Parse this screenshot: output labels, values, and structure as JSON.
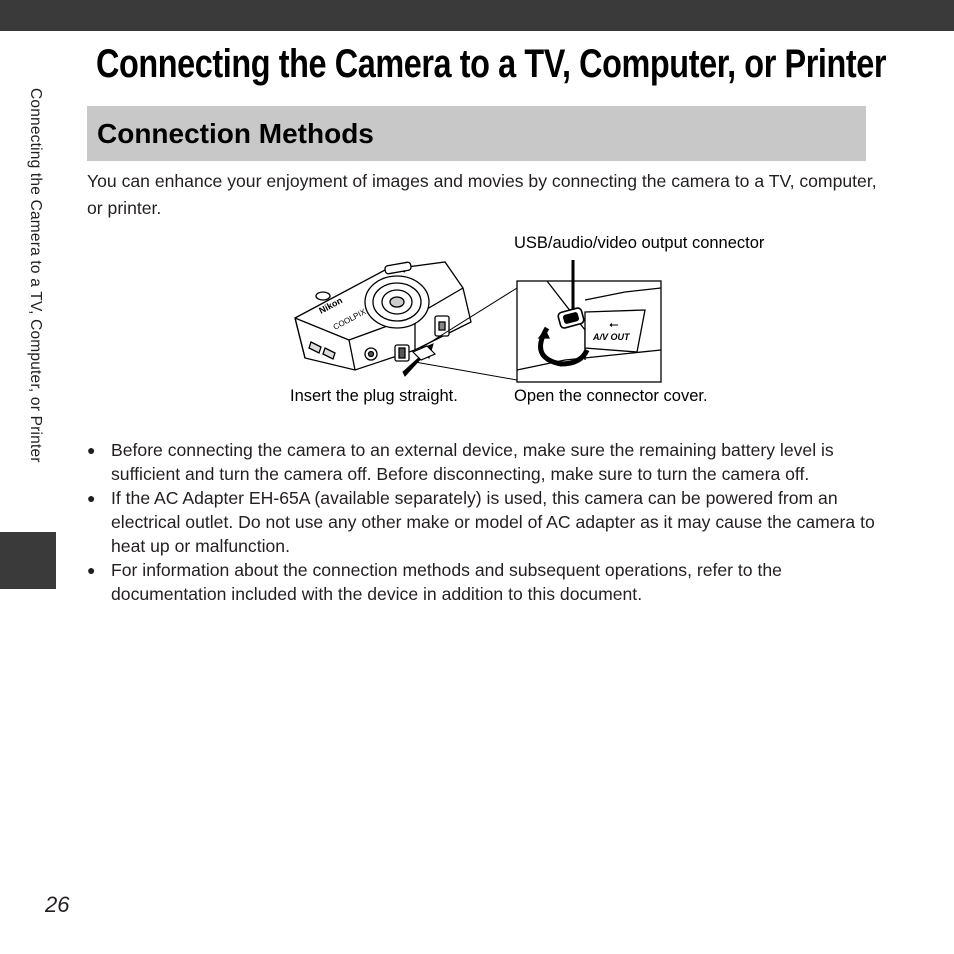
{
  "header": {
    "side_tab_text": "Connecting the Camera to a TV, Computer, or Printer",
    "page_title": "Connecting the Camera to a TV, Computer, or Printer",
    "section_heading": "Connection Methods"
  },
  "intro_text": "You can enhance your enjoyment of images and movies by connecting the camera to a TV, computer, or printer.",
  "figure": {
    "connector_label": "USB/audio/video output connector",
    "plug_label": "Insert the plug straight.",
    "cover_label": "Open the connector cover.",
    "camera_brand": "Nikon",
    "camera_model": "COOLPIX",
    "port_label": "A/V OUT"
  },
  "bullets": [
    {
      "text": "Before connecting the camera to an external device, make sure the remaining battery level is sufficient and turn the camera off. Before disconnecting, make sure to turn the camera off."
    },
    {
      "text": "If the AC Adapter EH-65A (available separately) is used, this camera can be powered from an electrical outlet. Do not use any other make or model of AC adapter as it may cause the camera to heat up or malfunction."
    },
    {
      "text": "For information about the connection methods and subsequent operations, refer to the documentation included with the device in addition to this document."
    }
  ],
  "page_number": "26"
}
